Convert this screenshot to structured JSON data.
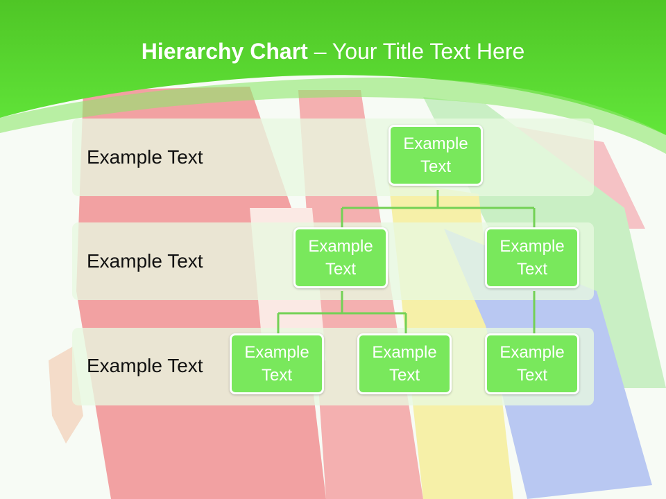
{
  "title": {
    "bold": "Hierarchy Chart",
    "rest": " – Your Title Text Here"
  },
  "rows": [
    {
      "label": "Example Text"
    },
    {
      "label": "Example Text"
    },
    {
      "label": "Example Text"
    }
  ],
  "nodes": {
    "root": "Example\nText",
    "level2_left": "Example\nText",
    "level2_right": "Example\nText",
    "level3_a": "Example\nText",
    "level3_b": "Example\nText",
    "level3_c": "Example\nText"
  },
  "colors": {
    "header_green": "#52d92a",
    "node_green": "#79e85c",
    "connector_green": "#73d155",
    "band_mint": "#e8f9e0"
  }
}
